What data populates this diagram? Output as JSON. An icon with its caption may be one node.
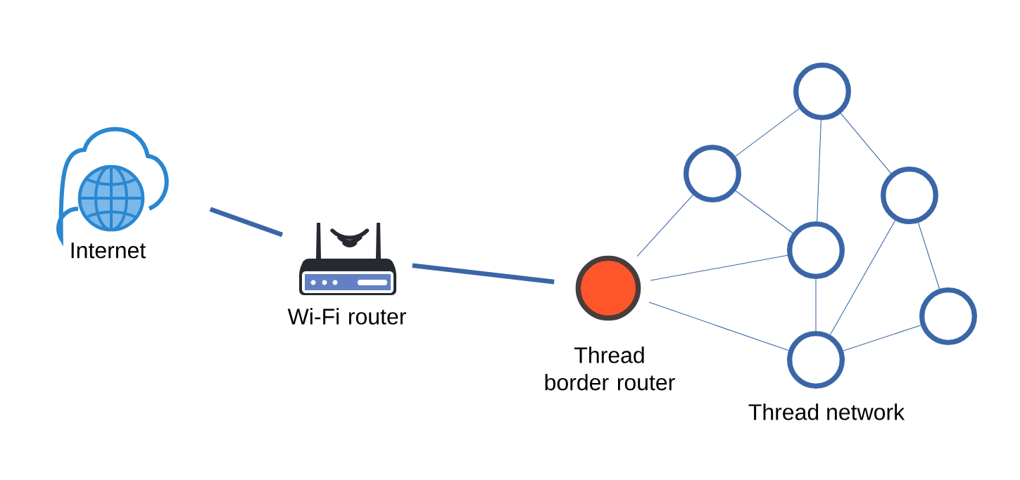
{
  "diagram": {
    "nodes": [
      {
        "text": [
          "Internet"
        ]
      },
      {
        "text": [
          "Wi-Fi router"
        ]
      },
      {
        "text": [
          "Thread border router"
        ]
      },
      {
        "text": [],
        "shape": "circle"
      },
      {
        "text": [],
        "shape": "circle"
      },
      {
        "text": [],
        "shape": "circle"
      },
      {
        "text": [],
        "shape": "circle"
      },
      {
        "text": [],
        "shape": "circle"
      },
      {
        "text": [],
        "shape": "circle"
      }
    ],
    "edges": [
      {
        "from": 0,
        "to": 1,
        "arrow": "none",
        "style": "thick"
      },
      {
        "from": 1,
        "to": 2,
        "arrow": "none",
        "style": "thick"
      },
      {
        "from": 2,
        "to": 4,
        "arrow": "none"
      },
      {
        "from": 2,
        "to": 6,
        "arrow": "none"
      },
      {
        "from": 2,
        "to": 8,
        "arrow": "none"
      },
      {
        "from": 3,
        "to": 4,
        "arrow": "none"
      },
      {
        "from": 3,
        "to": 6,
        "arrow": "none"
      },
      {
        "from": 3,
        "to": 5,
        "arrow": "none"
      },
      {
        "from": 4,
        "to": 6,
        "arrow": "none"
      },
      {
        "from": 6,
        "to": 8,
        "arrow": "none"
      },
      {
        "from": 5,
        "to": 8,
        "arrow": "none"
      },
      {
        "from": 5,
        "to": 7,
        "arrow": "none"
      },
      {
        "from": 7,
        "to": 8,
        "arrow": "none"
      }
    ],
    "labels": [
      "Thread network"
    ]
  }
}
